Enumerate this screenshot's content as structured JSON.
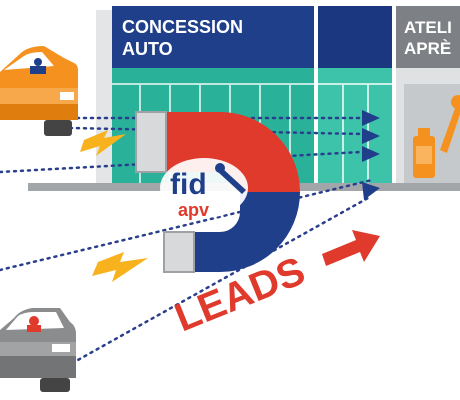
{
  "building": {
    "sign_left_line1": "CONCESSION",
    "sign_left_line2": "AUTO",
    "sign_right_line1": "ATELI",
    "sign_right_line2": "APRÈ"
  },
  "logo": {
    "line1": "fid",
    "line2": "apv"
  },
  "leads_label": "LEADS",
  "colors": {
    "navy": "#1f3f8a",
    "teal": "#29b19a",
    "gray_wall": "#d4d6d8",
    "orange": "#f5921f",
    "red": "#e03a2c",
    "car_gray": "#8b8c8e",
    "dot_line": "#2a3f8c",
    "bolt": "#f7b21d"
  },
  "icons": [
    "orange-car-icon",
    "gray-car-icon",
    "horseshoe-magnet-icon",
    "lightning-bolt-icon",
    "red-arrow-icon",
    "oil-can-icon",
    "wrench-icon"
  ]
}
